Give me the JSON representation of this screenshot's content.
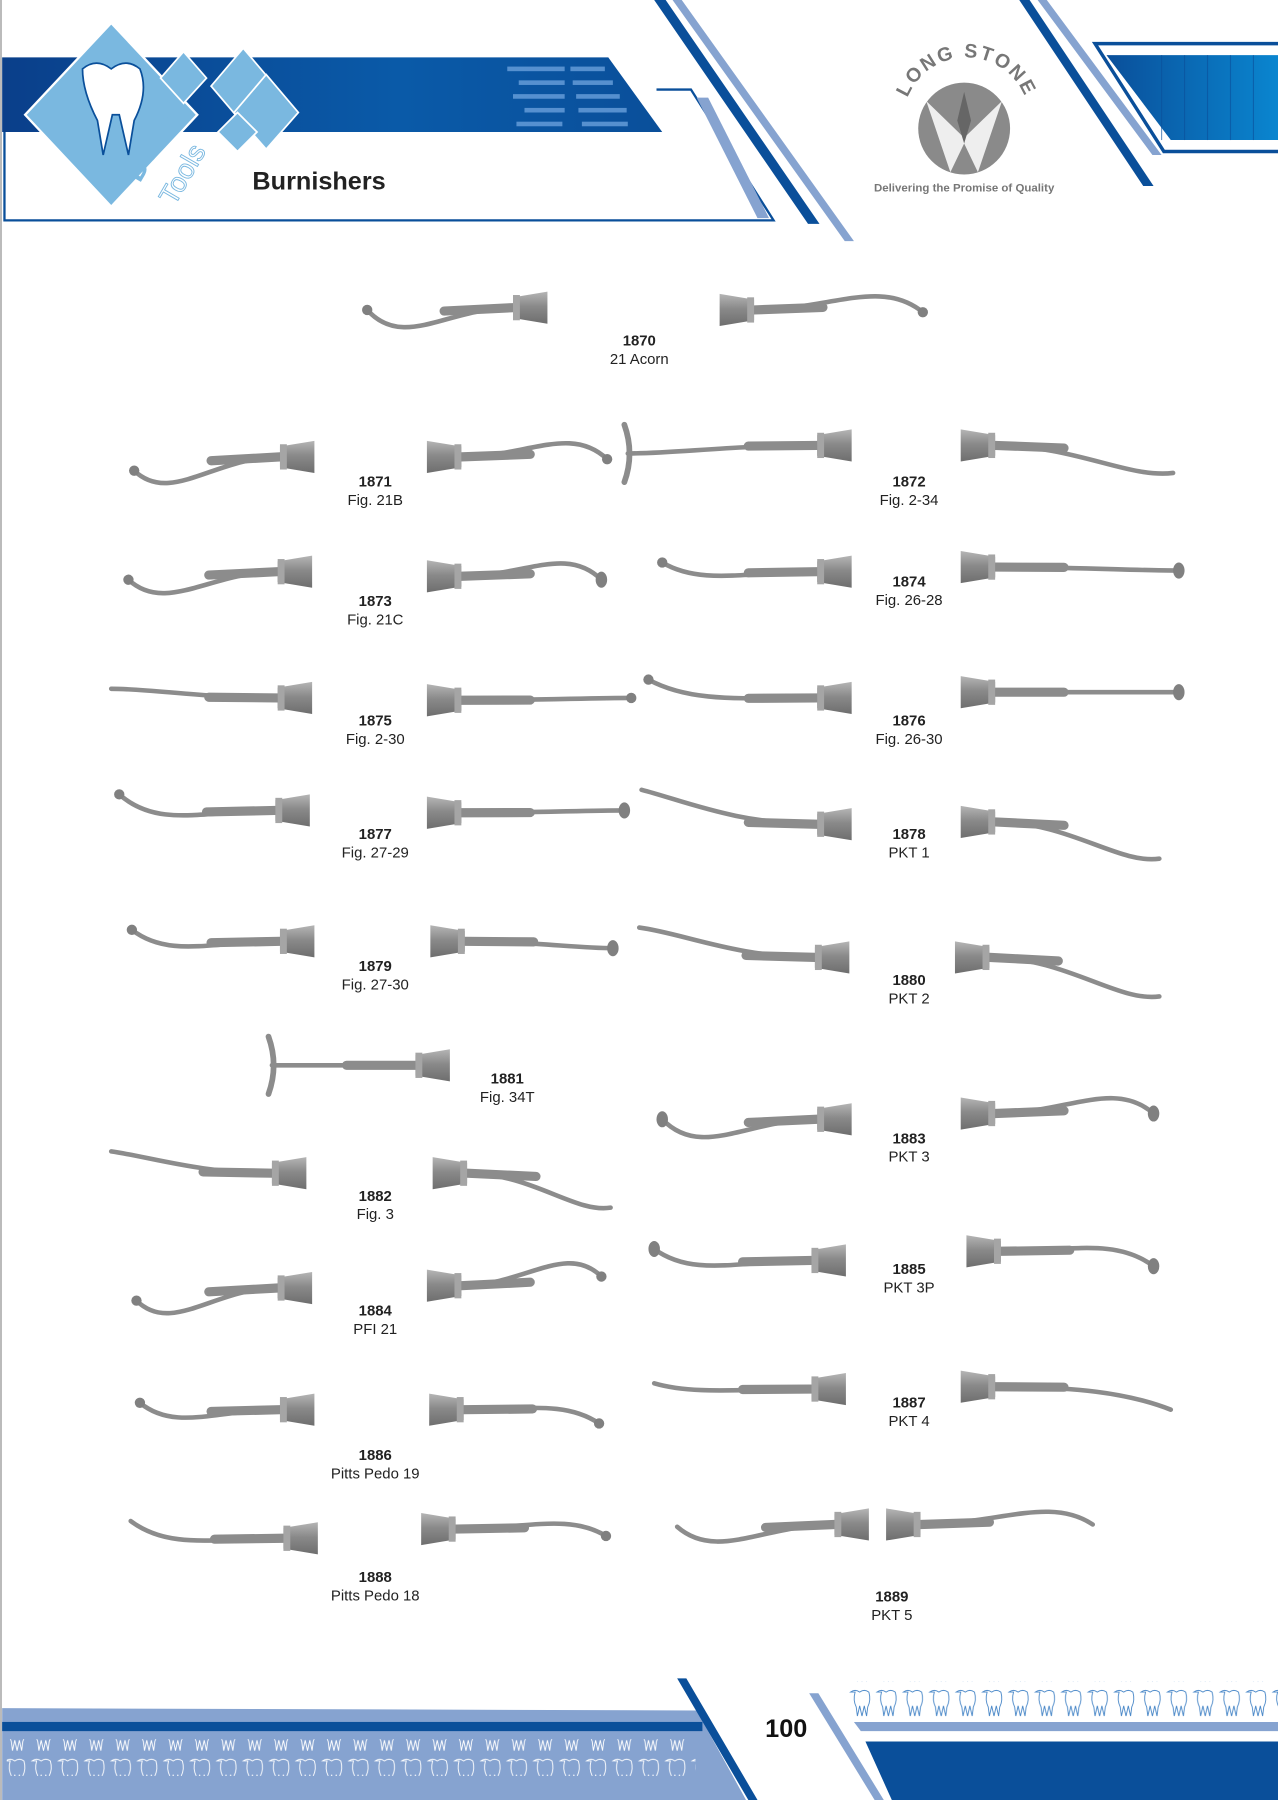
{
  "header": {
    "title": "Burnishers",
    "logo_text_1": "Dental",
    "logo_text_2": "Tools",
    "brand": "LONG STONE",
    "tagline": "Delivering the Promise of Quality"
  },
  "footer": {
    "page_number": "100"
  },
  "colors": {
    "dark_blue": "#0a4f9a",
    "mid_blue": "#0077c8",
    "light_blue": "#86a3d0",
    "logo_blue": "#7ab8e0",
    "steel": "#8c8c8c"
  },
  "products": [
    {
      "code": "1870",
      "name": "21 Acorn"
    },
    {
      "code": "1871",
      "name": "Fig. 21B"
    },
    {
      "code": "1872",
      "name": "Fig. 2-34"
    },
    {
      "code": "1873",
      "name": "Fig. 21C"
    },
    {
      "code": "1874",
      "name": "Fig. 26-28"
    },
    {
      "code": "1875",
      "name": "Fig. 2-30"
    },
    {
      "code": "1876",
      "name": "Fig. 26-30"
    },
    {
      "code": "1877",
      "name": "Fig. 27-29"
    },
    {
      "code": "1878",
      "name": "PKT 1"
    },
    {
      "code": "1879",
      "name": "Fig. 27-30"
    },
    {
      "code": "1880",
      "name": "PKT 2"
    },
    {
      "code": "1881",
      "name": "Fig. 34T"
    },
    {
      "code": "1882",
      "name": "Fig. 3"
    },
    {
      "code": "1883",
      "name": "PKT 3"
    },
    {
      "code": "1884",
      "name": "PFI 21"
    },
    {
      "code": "1885",
      "name": "PKT 3P"
    },
    {
      "code": "1886",
      "name": "Pitts Pedo 19"
    },
    {
      "code": "1887",
      "name": "PKT 4"
    },
    {
      "code": "1888",
      "name": "Pitts Pedo 18"
    },
    {
      "code": "1889",
      "name": "PKT 5"
    }
  ]
}
